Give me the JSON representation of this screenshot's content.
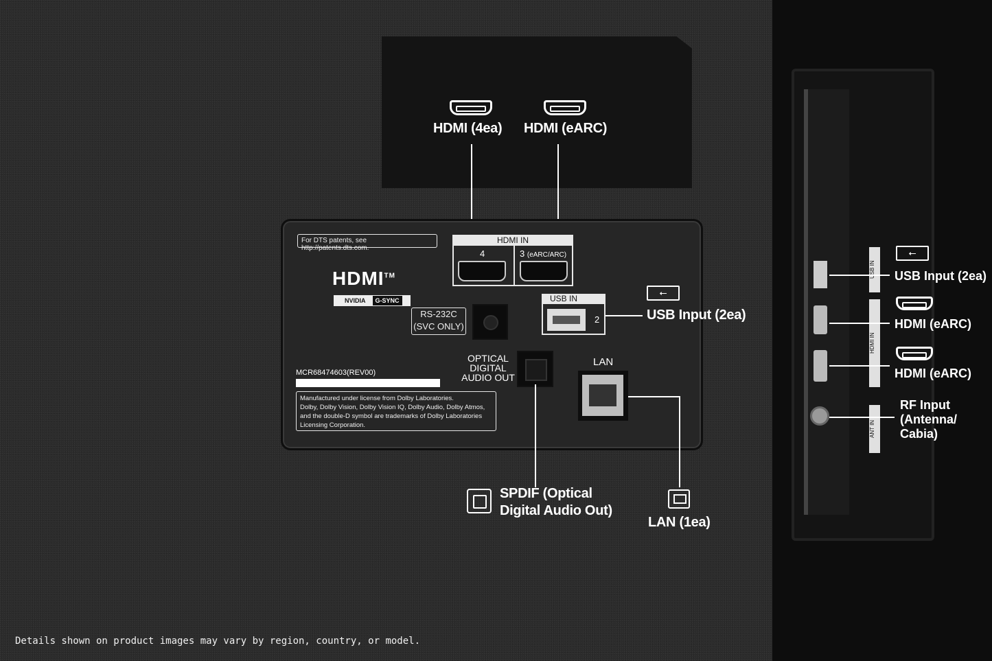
{
  "top_card": {
    "hdmi_4ea": "HDMI (4ea)",
    "hdmi_earc": "HDMI (eARC)"
  },
  "panel": {
    "dts_note": "For DTS patents, see http://patents.dts.com.",
    "hdmi_logo": "HDMI",
    "hdmi_tm": "TM",
    "nvidia": "NVIDIA",
    "gsync": "G-SYNC",
    "hdmi_in_header": "HDMI  IN",
    "hdmi_port_4": "4",
    "hdmi_port_3": "3",
    "hdmi_port_3_sub": "(eARC/ARC)",
    "rs232_line1": "RS-232C",
    "rs232_line2": "(SVC ONLY)",
    "usb_in_header": "USB IN",
    "usb_port_number": "2",
    "optical_line1": "OPTICAL",
    "optical_line2": "DIGITAL",
    "optical_line3": "AUDIO OUT",
    "lan": "LAN",
    "model": "MCR68474603(REV00)",
    "dolby_text_1": "Manufactured under license from Dolby Laboratories.",
    "dolby_text_2": "Dolby, Dolby Vision, Dolby Vision IQ, Dolby Audio, Dolby Atmos,",
    "dolby_text_3": "and the double-D symbol are trademarks of Dolby Laboratories",
    "dolby_text_4": "Licensing Corporation."
  },
  "callouts": {
    "usb_input": "USB Input (2ea)",
    "spdif_line1": "SPDIF (Optical",
    "spdif_line2": "Digital Audio Out)",
    "lan_1ea": "LAN (1ea)"
  },
  "side": {
    "usb_input": "USB Input (2ea)",
    "hdmi_earc_1": "HDMI (eARC)",
    "hdmi_earc_2": "HDMI (eARC)",
    "rf_line1": "RF Input",
    "rf_line2": "(Antenna/",
    "rf_line3": "Cabia)",
    "side_usb_label": "USB IN",
    "side_hdmi_label": "HDMI IN",
    "side_ant_label": "ANT IN"
  },
  "disclaimer": "Details shown on product images may vary by region, country, or model."
}
